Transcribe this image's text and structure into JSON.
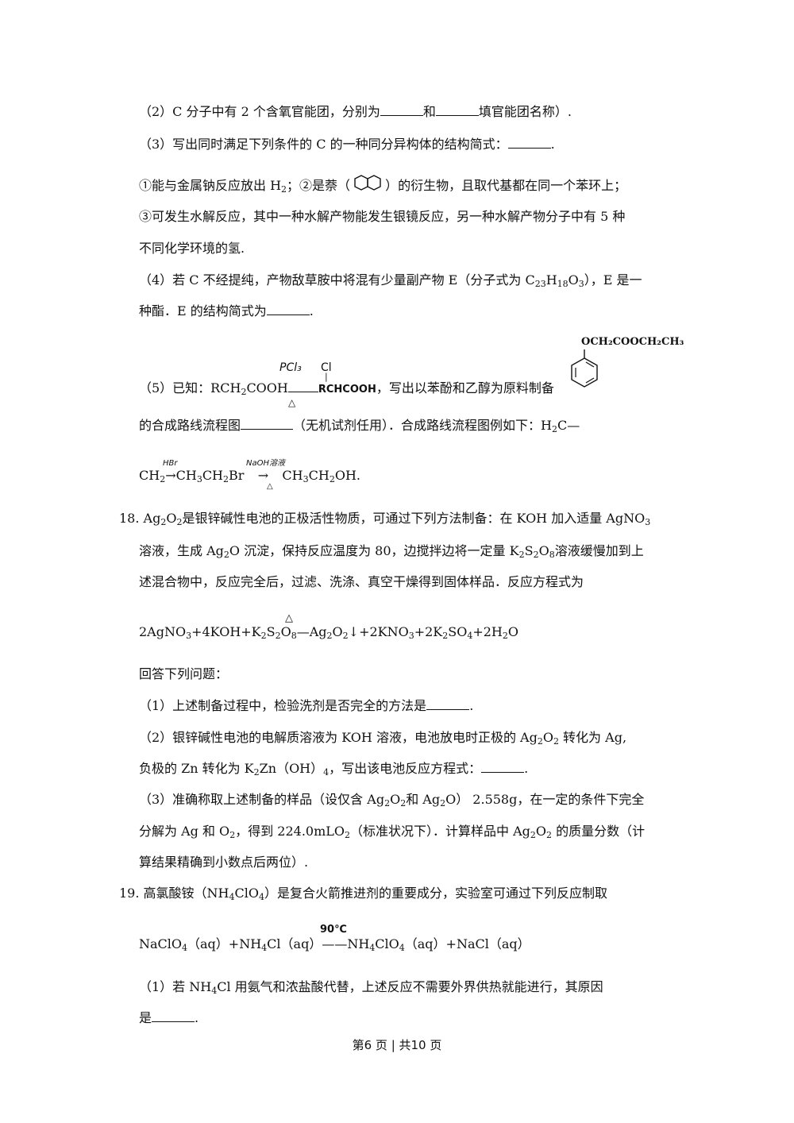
{
  "lines": {
    "q2": "（2）C 分子中有 2 个含氧官能团，分别为",
    "q2_and": "和",
    "q2_end": "填官能团名称）.",
    "q3": "（3）写出同时满足下列条件的 C 的一种同分异构体的结构简式：",
    "period": ".",
    "c1a": "①能与金属钠反应放出 H",
    "c1b": "；②是萘（",
    "c1c": "）的衍生物，且取代基都在同一个苯环上；",
    "c2": "③可发生水解反应，其中一种水解产物能发生银镜反应，另一种水解产物分子中有 5 种",
    "c3": "不同化学环境的氢.",
    "q4a": "（4）若 C 不经提纯，产物敌草胺中将混有少量副产物 E（分子式为 C",
    "q4b": "H",
    "q4c": "O",
    "q4d": "），E 是一",
    "q4e": "种酯．E 的结构简式为",
    "q5_substituent": "OCH₂COOCH₂CH₃",
    "q5a": "（5）已知：RCH",
    "q5b": "COOH",
    "q5_reagent": "PCl₃",
    "q5_cond": "△",
    "q5_cl": "Cl",
    "q5_product": "RCHCOOH",
    "q5c": "，写出以苯酚和乙醇为原料制备",
    "q5d": "的合成路线流程图",
    "q5e": "（无机试剂任用）．合成路线流程图例如下：H",
    "q5f": "C—",
    "q5g1": "CH",
    "q5_hbr": "HBr",
    "q5g2": "CH",
    "q5g3": "CH",
    "q5g4": "Br",
    "q5_naoh": "NaOH溶液",
    "q5g5": "CH",
    "q5g6": "CH",
    "q5g7": "OH.",
    "q18a": "18. Ag",
    "q18b": "O",
    "q18c": "是银锌碱性电池的正极活性物质，可通过下列方法制备：在 KOH 加入适量 AgNO",
    "q18d": "溶液，生成 Ag",
    "q18e": "O 沉淀，保持反应温度为 80，边搅拌边将一定量 K",
    "q18f": "S",
    "q18g": "O",
    "q18h": "溶液缓慢加到上",
    "q18i": "述混合物中，反应完全后，过滤、洗涤、真空干燥得到固体样品．反应方程式为",
    "eq18_cond": "△",
    "eq18a": "2AgNO",
    "eq18b": "+4KOH+K",
    "eq18c": "S",
    "eq18d": "O",
    "eq18e": "—Ag",
    "eq18f": "O",
    "eq18g": "↓+2KNO",
    "eq18h": "+2K",
    "eq18i": "SO",
    "eq18j": "+2H",
    "eq18k": "O",
    "answer": "回答下列问题：",
    "q18_1": "（1）上述制备过程中，检验洗剂是否完全的方法是",
    "q18_2a": "（2）银锌碱性电池的电解质溶液为 KOH 溶液，电池放电时正极的 Ag",
    "q18_2b": "O",
    "q18_2c": " 转化为 Ag,",
    "q18_2d": "负极的 Zn 转化为 K",
    "q18_2e": "Zn（OH）",
    "q18_2f": "，写出该电池反应方程式：",
    "q18_3a": "（3）准确称取上述制备的样品（设仅含 Ag",
    "q18_3b": "O",
    "q18_3c": "和 Ag",
    "q18_3d": "O）  2.558g，在一定的条件下完全",
    "q18_3e": "分解为 Ag  和 O",
    "q18_3f": "，得到 224.0mLO",
    "q18_3g": "（标准状况下）．计算样品中 Ag",
    "q18_3h": "O",
    "q18_3i": " 的质量分数（计",
    "q18_3j": "算结果精确到小数点后两位）.",
    "q19a": "19.  高氯酸铵（NH",
    "q19b": "ClO",
    "q19c": "）是复合火箭推进剂的重要成分，实验室可通过下列反应制取",
    "eq19_cond": "90℃",
    "eq19a": "NaClO",
    "eq19b": "（aq）+NH",
    "eq19c": "Cl（aq）",
    "eq19d": "——NH",
    "eq19e": "ClO",
    "eq19f": "（aq）+NaCl（aq）",
    "q19_1a": "（1）若 NH",
    "q19_1b": "Cl 用氨气和浓盐酸代替，上述反应不需要外界供热就能进行，其原因",
    "q19_1c": "是"
  },
  "subs": {
    "two": "2",
    "three": "3",
    "four": "4",
    "eight": "8",
    "s23": "23",
    "s18": "18"
  },
  "footer": "第6 页 | 共10 页"
}
